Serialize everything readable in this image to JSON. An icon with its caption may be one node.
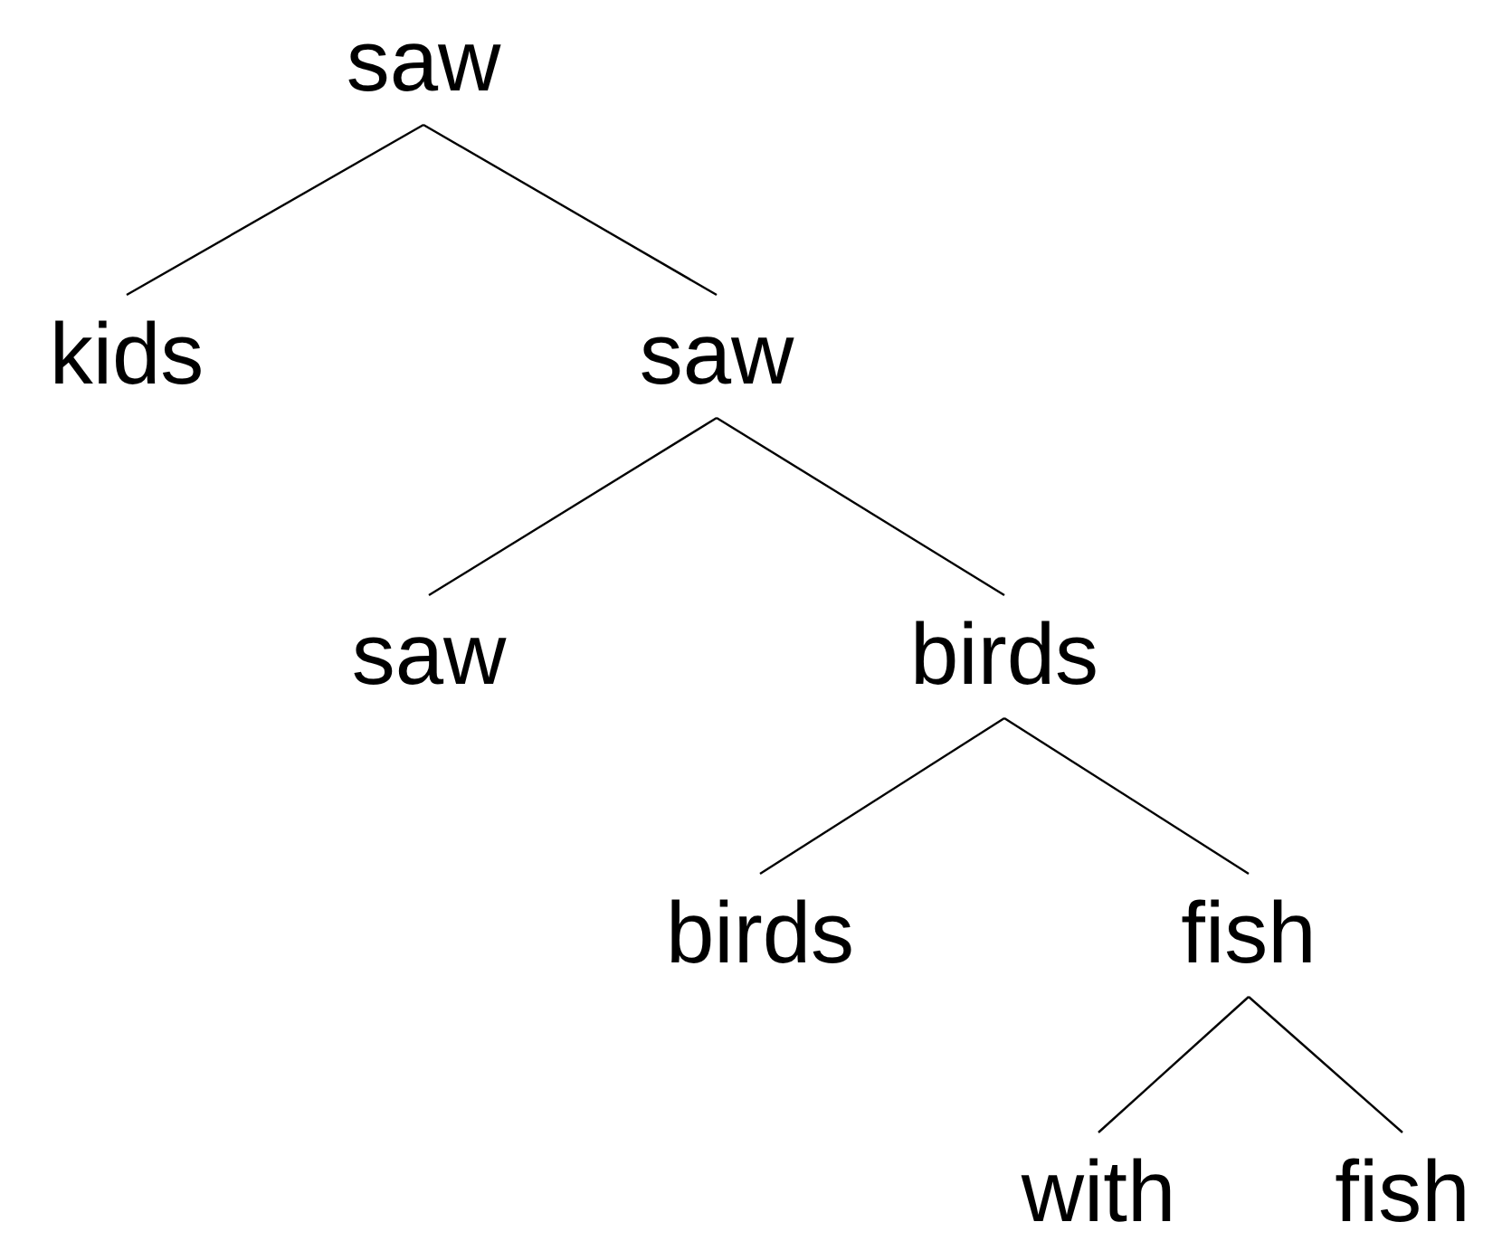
{
  "diagram": {
    "nodes": [
      {
        "text": [
          "saw"
        ]
      },
      {
        "text": [
          "kids"
        ]
      },
      {
        "text": [
          "saw"
        ]
      },
      {
        "text": [
          "saw"
        ]
      },
      {
        "text": [
          "birds"
        ]
      },
      {
        "text": [
          "birds"
        ]
      },
      {
        "text": [
          "fish"
        ]
      },
      {
        "text": [
          "with"
        ]
      },
      {
        "text": [
          "fish"
        ]
      }
    ],
    "edges": [
      {
        "from": 0,
        "to": 1,
        "arrow": "none"
      },
      {
        "from": 0,
        "to": 2,
        "arrow": "none"
      },
      {
        "from": 2,
        "to": 3,
        "arrow": "none"
      },
      {
        "from": 2,
        "to": 4,
        "arrow": "none"
      },
      {
        "from": 4,
        "to": 5,
        "arrow": "none"
      },
      {
        "from": 4,
        "to": 6,
        "arrow": "none"
      },
      {
        "from": 6,
        "to": 7,
        "arrow": "none"
      },
      {
        "from": 6,
        "to": 8,
        "arrow": "none"
      }
    ]
  }
}
